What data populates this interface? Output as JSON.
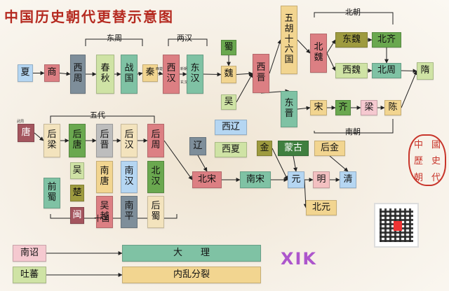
{
  "title": "中国历史朝代更替示意图",
  "colors": {
    "pink": "#f3c0c1",
    "red": "#dc7f83",
    "maroon": "#a4555e",
    "slate": "#7e8e9a",
    "cream": "#f3e3bd",
    "teal": "#7fc2a4",
    "olive": "#9e9b3f",
    "green": "#6aa84f",
    "dgreen": "#3f7f3f",
    "lblue": "#b5d6f2",
    "orange": "#f2d590",
    "lgreen": "#cfe3a5",
    "rose": "#f5c9d0",
    "gray": "#bdbdbd",
    "violet": "#8c7aa9"
  },
  "nodes": [
    {
      "id": "xia",
      "label": "夏",
      "color": "lblue",
      "vertical": false
    },
    {
      "id": "shang",
      "label": "商",
      "color": "red",
      "vertical": false
    },
    {
      "id": "xizhou",
      "label": "西周",
      "color": "slate",
      "vertical": true
    },
    {
      "id": "chunqiu",
      "label": "春秋",
      "color": "lgreen",
      "vertical": true
    },
    {
      "id": "zhanguo",
      "label": "战国",
      "color": "teal",
      "vertical": true
    },
    {
      "id": "qin",
      "label": "秦",
      "color": "orange",
      "vertical": false
    },
    {
      "id": "xihan",
      "label": "西汉",
      "color": "red",
      "vertical": true
    },
    {
      "id": "donghan",
      "label": "东汉",
      "color": "teal",
      "vertical": true
    },
    {
      "id": "shu",
      "label": "蜀",
      "color": "green",
      "vertical": false
    },
    {
      "id": "wei",
      "label": "魏",
      "color": "orange",
      "vertical": false
    },
    {
      "id": "wu",
      "label": "吴",
      "color": "lgreen",
      "vertical": false
    },
    {
      "id": "xijin",
      "label": "西晋",
      "color": "red",
      "vertical": true
    },
    {
      "id": "wuhu",
      "label": "五胡十六国",
      "color": "orange",
      "vertical": true
    },
    {
      "id": "dongjin",
      "label": "东晋",
      "color": "teal",
      "vertical": true
    },
    {
      "id": "beiwei",
      "label": "北魏",
      "color": "red",
      "vertical": true
    },
    {
      "id": "dongwei",
      "label": "东魏",
      "color": "olive",
      "vertical": false
    },
    {
      "id": "beiqi",
      "label": "北齐",
      "color": "green",
      "vertical": false
    },
    {
      "id": "xiwei",
      "label": "西魏",
      "color": "lgreen",
      "vertical": false
    },
    {
      "id": "beizhou",
      "label": "北周",
      "color": "teal",
      "vertical": false
    },
    {
      "id": "sui",
      "label": "隋",
      "color": "lgreen",
      "vertical": false
    },
    {
      "id": "song",
      "label": "宋",
      "color": "orange",
      "vertical": false
    },
    {
      "id": "qi",
      "label": "齐",
      "color": "green",
      "vertical": false
    },
    {
      "id": "liang",
      "label": "梁",
      "color": "rose",
      "vertical": false
    },
    {
      "id": "chen",
      "label": "陈",
      "color": "orange",
      "vertical": false
    },
    {
      "id": "tang",
      "label": "唐",
      "color": "maroon",
      "vertical": false
    },
    {
      "id": "houliang",
      "label": "后梁",
      "color": "cream",
      "vertical": true
    },
    {
      "id": "houtang",
      "label": "后唐",
      "color": "green",
      "vertical": true
    },
    {
      "id": "houjin",
      "label": "后晋",
      "color": "gray",
      "vertical": true
    },
    {
      "id": "houhan",
      "label": "后汉",
      "color": "cream",
      "vertical": true
    },
    {
      "id": "houzhou",
      "label": "后周",
      "color": "red",
      "vertical": true
    },
    {
      "id": "xiliao",
      "label": "西辽",
      "color": "lblue",
      "vertical": false
    },
    {
      "id": "liao",
      "label": "辽",
      "color": "slate",
      "vertical": false
    },
    {
      "id": "xixia",
      "label": "西夏",
      "color": "lgreen",
      "vertical": false
    },
    {
      "id": "jin",
      "label": "金",
      "color": "olive",
      "vertical": false
    },
    {
      "id": "menggu",
      "label": "蒙古",
      "color": "dgreen",
      "vertical": false
    },
    {
      "id": "houjin2",
      "label": "后金",
      "color": "orange",
      "vertical": false
    },
    {
      "id": "beisong",
      "label": "北宋",
      "color": "red",
      "vertical": false
    },
    {
      "id": "nansong",
      "label": "南宋",
      "color": "teal",
      "vertical": false
    },
    {
      "id": "yuan",
      "label": "元",
      "color": "lblue",
      "vertical": false
    },
    {
      "id": "ming",
      "label": "明",
      "color": "pink",
      "vertical": false
    },
    {
      "id": "qing",
      "label": "清",
      "color": "lblue",
      "vertical": false
    },
    {
      "id": "beiyuan",
      "label": "北元",
      "color": "orange",
      "vertical": false
    },
    {
      "id": "qianshu",
      "label": "前蜀",
      "color": "teal",
      "vertical": true
    },
    {
      "id": "wu10",
      "label": "吴",
      "color": "lgreen",
      "vertical": false
    },
    {
      "id": "chu",
      "label": "楚",
      "color": "olive",
      "vertical": false
    },
    {
      "id": "min",
      "label": "闽",
      "color": "maroon",
      "vertical": false
    },
    {
      "id": "nantang",
      "label": "南唐",
      "color": "orange",
      "vertical": true
    },
    {
      "id": "wuyue",
      "label": "吴越",
      "color": "red",
      "vertical": true
    },
    {
      "id": "nanhan",
      "label": "南汉",
      "color": "lblue",
      "vertical": true
    },
    {
      "id": "nanping",
      "label": "南平",
      "color": "slate",
      "vertical": true
    },
    {
      "id": "beihan",
      "label": "北汉",
      "color": "green",
      "vertical": true
    },
    {
      "id": "houshu",
      "label": "后蜀",
      "color": "cream",
      "vertical": true
    },
    {
      "id": "nanzhao",
      "label": "南诏",
      "color": "rose",
      "vertical": false
    },
    {
      "id": "tubo",
      "label": "吐蕃",
      "color": "lgreen",
      "vertical": false
    },
    {
      "id": "dali",
      "label": "大　　理",
      "color": "teal",
      "vertical": false
    },
    {
      "id": "neiluan",
      "label": "内乱分裂",
      "color": "orange",
      "vertical": false
    }
  ],
  "labels": {
    "dongzhou": "东周",
    "lianghan": "两汉",
    "beichao": "北朝",
    "nanchao": "南朝",
    "wudai": "五代",
    "shiguo": "十国",
    "wuzhou": "武周",
    "xizhao": "西楚",
    "xinchao": "新朝",
    "xuanhan": "玄汉"
  },
  "edges": [
    [
      "xia",
      "shang"
    ],
    [
      "shang",
      "xizhou"
    ],
    [
      "xizhou",
      "chunqiu"
    ],
    [
      "chunqiu",
      "zhanguo"
    ],
    [
      "zhanguo",
      "qin"
    ],
    [
      "qin",
      "xihan"
    ],
    [
      "xihan",
      "donghan"
    ],
    [
      "donghan",
      "wei"
    ],
    [
      "shu",
      "wei"
    ],
    [
      "wu",
      "xijin"
    ],
    [
      "wei",
      "xijin"
    ],
    [
      "xijin",
      "wuhu"
    ],
    [
      "xijin",
      "dongjin"
    ],
    [
      "wuhu",
      "beiwei"
    ],
    [
      "beiwei",
      "dongwei"
    ],
    [
      "dongwei",
      "beiqi"
    ],
    [
      "beiwei",
      "xiwei"
    ],
    [
      "xiwei",
      "beizhou"
    ],
    [
      "beiqi",
      "beizhou"
    ],
    [
      "beizhou",
      "sui"
    ],
    [
      "dongjin",
      "song"
    ],
    [
      "song",
      "qi"
    ],
    [
      "qi",
      "liang"
    ],
    [
      "liang",
      "chen"
    ],
    [
      "chen",
      "sui"
    ],
    [
      "tang",
      "houliang"
    ],
    [
      "houliang",
      "houtang"
    ],
    [
      "houtang",
      "houjin"
    ],
    [
      "houjin",
      "houhan"
    ],
    [
      "houhan",
      "houzhou"
    ],
    [
      "houzhou",
      "beisong"
    ],
    [
      "beisong",
      "nansong"
    ],
    [
      "nansong",
      "yuan"
    ],
    [
      "yuan",
      "ming"
    ],
    [
      "ming",
      "qing"
    ],
    [
      "yuan",
      "beiyuan"
    ],
    [
      "liao",
      "beisong"
    ],
    [
      "menggu",
      "yuan"
    ],
    [
      "jin",
      "yuan"
    ],
    [
      "houjin2",
      "qing"
    ],
    [
      "nanzhao",
      "dali"
    ],
    [
      "tubo",
      "neiluan"
    ]
  ]
}
